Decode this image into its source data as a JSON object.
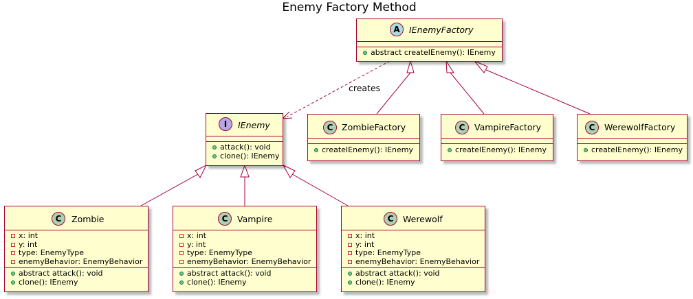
{
  "diagram": {
    "title": "Enemy Factory Method",
    "relation_label": "creates"
  },
  "badges": {
    "abstract": "A",
    "class": "C",
    "interface": "I"
  },
  "colors": {
    "border": "#a80036",
    "fill": "#fefece",
    "abstract_badge": "#a9dcdf",
    "class_badge": "#add1b2",
    "interface_badge": "#b4a7e5",
    "public": "#84be84",
    "private": "#c82930"
  },
  "classes": {
    "ienemyfactory": {
      "name": "IEnemyFactory",
      "methods": [
        "abstract createIEnemy(): IEnemy"
      ]
    },
    "ienemy": {
      "name": "IEnemy",
      "methods": [
        "attack(): void",
        "clone(): IEnemy"
      ]
    },
    "zombiefactory": {
      "name": "ZombieFactory",
      "methods": [
        "createIEnemy(): IEnemy"
      ]
    },
    "vampirefactory": {
      "name": "VampireFactory",
      "methods": [
        "createIEnemy(): IEnemy"
      ]
    },
    "werewolffactory": {
      "name": "WerewolfFactory",
      "methods": [
        "createIEnemy(): IEnemy"
      ]
    },
    "zombie": {
      "name": "Zombie",
      "fields": [
        "x: int",
        "y: int",
        "type: EnemyType",
        "enemyBehavior: EnemyBehavior"
      ],
      "methods": [
        "abstract attack(): void",
        "clone(): IEnemy"
      ]
    },
    "vampire": {
      "name": "Vampire",
      "fields": [
        "x: int",
        "y: int",
        "type: EnemyType",
        "enemyBehavior: EnemyBehavior"
      ],
      "methods": [
        "abstract attack(): void",
        "clone(): IEnemy"
      ]
    },
    "werewolf": {
      "name": "Werewolf",
      "fields": [
        "x: int",
        "y: int",
        "type: EnemyType",
        "enemyBehavior: EnemyBehavior"
      ],
      "methods": [
        "abstract attack(): void",
        "clone(): IEnemy"
      ]
    }
  }
}
